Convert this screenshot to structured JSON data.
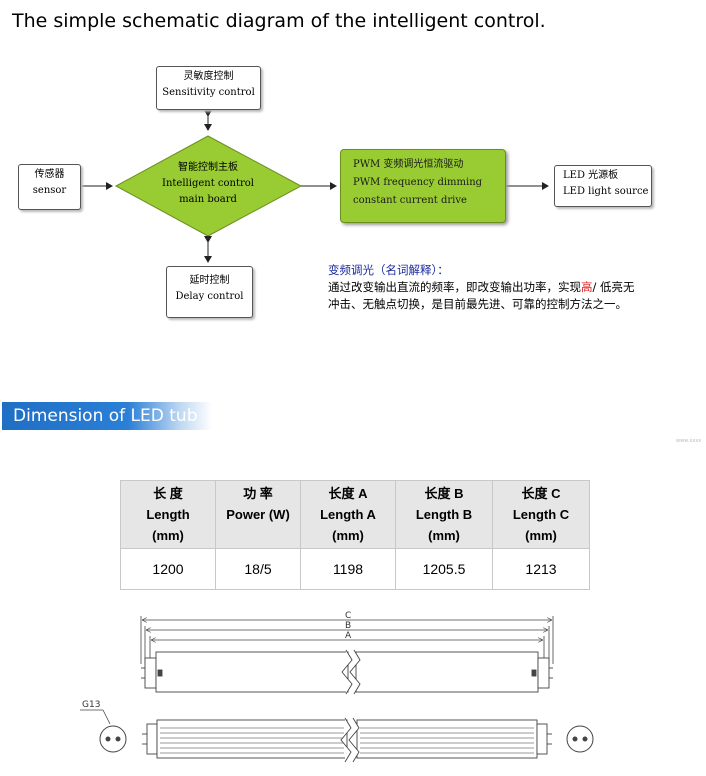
{
  "title": "The simple schematic diagram of the intelligent control.",
  "diagram": {
    "sensitivity": {
      "zh": "灵敏度控制",
      "en": "Sensitivity control"
    },
    "sensor": {
      "zh": "传感器",
      "en": "sensor"
    },
    "main_board": {
      "zh": "智能控制主板",
      "en1": "Intelligent control",
      "en2": "main board"
    },
    "pwm": {
      "zh": "PWM 变频调光恒流驱动",
      "en1": "PWM frequency dimming",
      "en2": "constant current drive"
    },
    "led": {
      "zh": "LED 光源板",
      "en": "LED light source"
    },
    "delay": {
      "zh": "延时控制",
      "en": "Delay control"
    }
  },
  "note": {
    "heading": "变频调光（名词解释）：",
    "line1a": "通过改变输出直流的频率，即改变输出功率，实现",
    "line1_red": "高",
    "line1b": "/ 低亮无",
    "line2": "冲击、无触点切换，是目前最先进、可靠的控制方法之一。"
  },
  "banner": {
    "label": "Dimension of LED tub"
  },
  "faint_mark": "www.xxxx",
  "table": {
    "headers": [
      [
        "长 度",
        "Length",
        "(mm)"
      ],
      [
        "功 率",
        "Power (W)",
        ""
      ],
      [
        "长度 A",
        "Length A",
        "(mm)"
      ],
      [
        "长度 B",
        "Length B",
        "(mm)"
      ],
      [
        "长度 C",
        "Length C",
        "(mm)"
      ]
    ],
    "row": [
      "1200",
      "18/5",
      "1198",
      "1205.5",
      "1213"
    ]
  },
  "drawing": {
    "dim_c": "C",
    "dim_b": "B",
    "dim_a": "A",
    "cap_label": "G13"
  }
}
